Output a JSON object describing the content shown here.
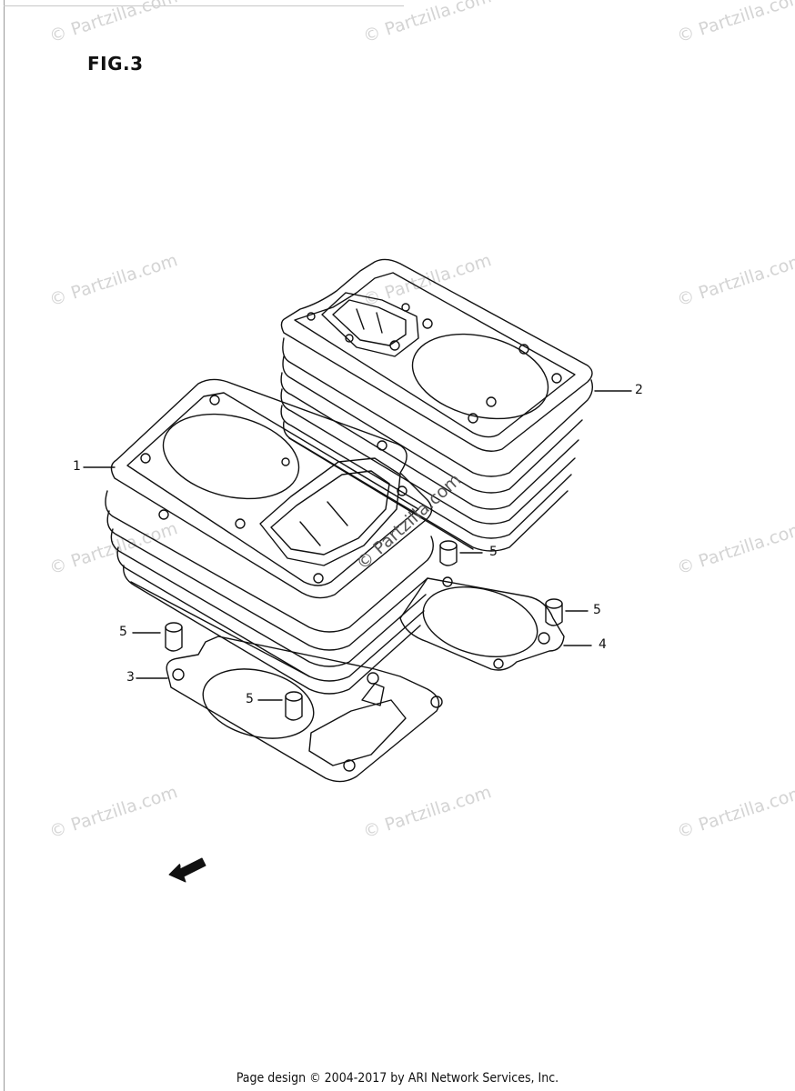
{
  "figure": {
    "title": "FIG.3"
  },
  "watermark": {
    "text": "© Partzilla.com"
  },
  "callouts": [
    "1",
    "2",
    "3",
    "4",
    "5",
    "5",
    "5",
    "5"
  ],
  "fwd_label": "FWD",
  "footer": {
    "text": "Page design © 2004-2017 by ARI Network Services, Inc."
  },
  "colors": {
    "line": "#111111",
    "watermark": "#d4d4d4"
  }
}
